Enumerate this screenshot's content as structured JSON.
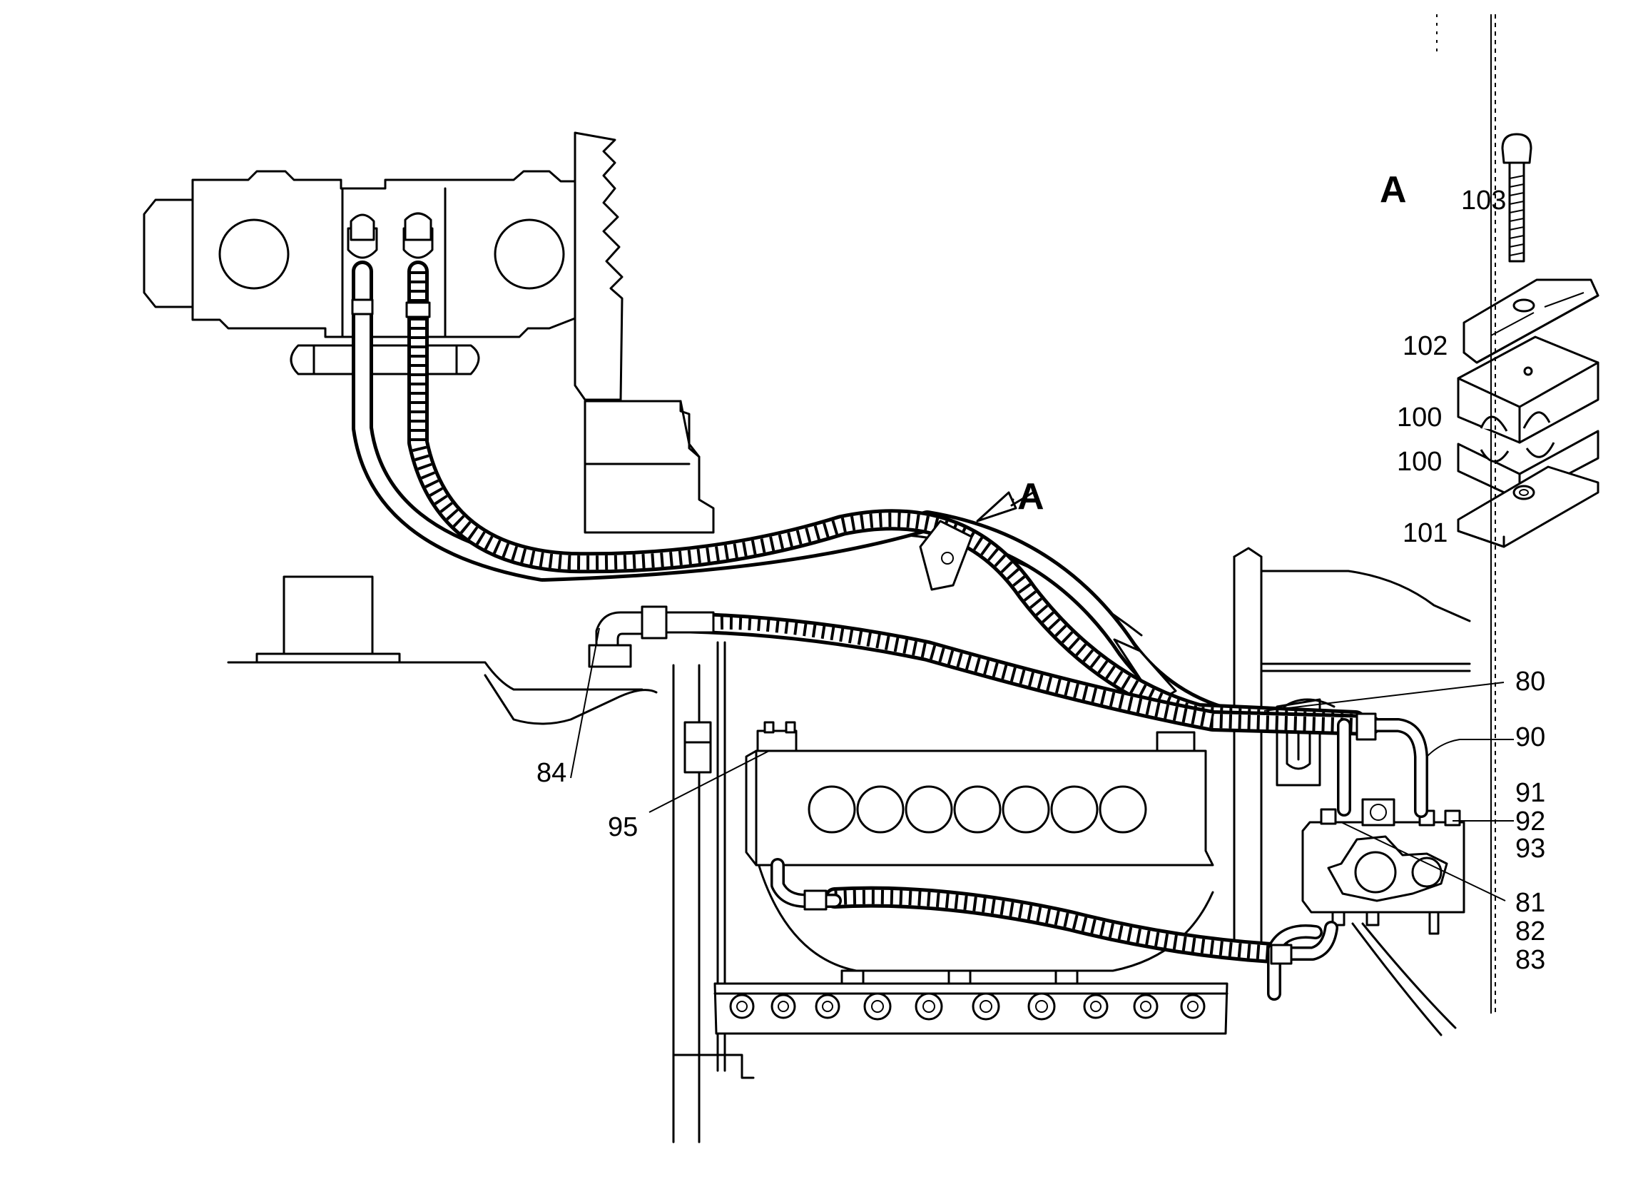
{
  "detail_view": {
    "title": "A",
    "parts": [
      {
        "id": "bolt",
        "label": "103"
      },
      {
        "id": "cover-plate",
        "label": "102"
      },
      {
        "id": "clamp-half-upper",
        "label": "100"
      },
      {
        "id": "clamp-half-lower",
        "label": "100"
      },
      {
        "id": "base-plate",
        "label": "101"
      }
    ]
  },
  "main_view": {
    "detail_reference_label": "A",
    "callouts": {
      "c80": "80",
      "c84": "84",
      "c90": "90",
      "c91": "91",
      "c92": "92",
      "c93": "93",
      "c95": "95",
      "c81": "81",
      "c82": "82",
      "c83": "83"
    }
  }
}
